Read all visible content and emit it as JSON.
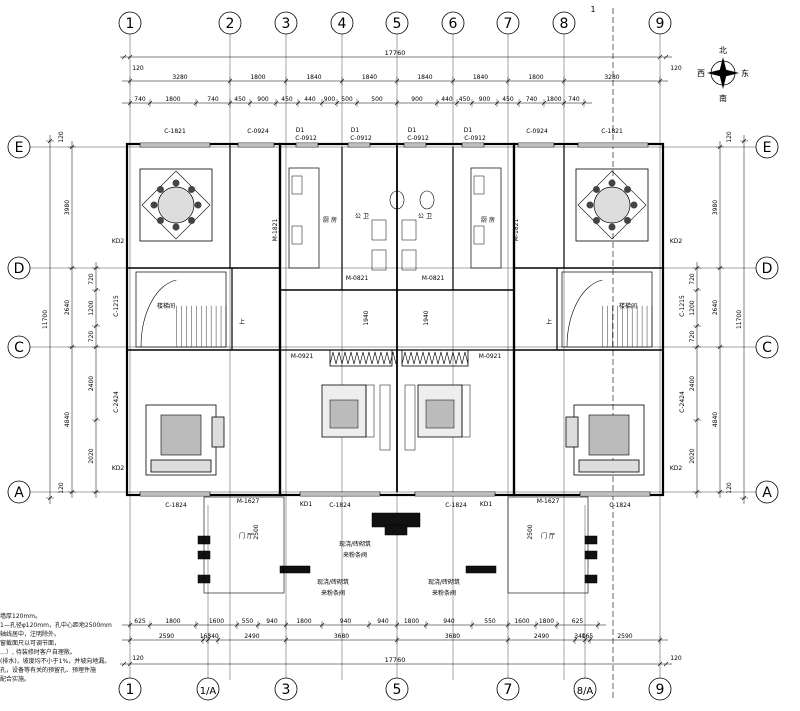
{
  "axes_top": [
    "1",
    "2",
    "3",
    "4",
    "5",
    "6",
    "7",
    "8",
    "9"
  ],
  "axes_bottom": [
    "1",
    "1/A",
    "3",
    "5",
    "7",
    "8/A",
    "9"
  ],
  "axes_rows": [
    "E",
    "D",
    "C",
    "A"
  ],
  "section_mark": "1",
  "compass": {
    "north": "北",
    "south": "南",
    "east": "东",
    "west": "西"
  },
  "dims": {
    "total": "17760",
    "offset": "120",
    "top_row1": [
      "3280",
      "1800",
      "1840",
      "1840",
      "1840",
      "1840",
      "1800",
      "3280"
    ],
    "top_row2": [
      "740",
      "1800",
      "740",
      "450",
      "900",
      "450",
      "440",
      "900",
      "500",
      "500",
      "900",
      "440",
      "450",
      "900",
      "450",
      "740",
      "1800",
      "740"
    ],
    "bottom_row1": [
      "625",
      "1800",
      "1600",
      "550",
      "940",
      "1800",
      "940",
      "940",
      "1800",
      "940",
      "550",
      "1600",
      "1800",
      "625"
    ],
    "bottom_row2": [
      "2590",
      "165",
      "340",
      "2490",
      "3680",
      "3680",
      "2490",
      "340",
      "165",
      "2590"
    ],
    "left_total": "11700",
    "left_seg": [
      "3980",
      "2640",
      "4840"
    ],
    "left_sub": [
      "720",
      "1200",
      "720",
      "2400",
      "2020"
    ],
    "right_total": "11700",
    "right_seg": [
      "3980",
      "2640",
      "4840"
    ],
    "right_sub": [
      "720",
      "1200",
      "720",
      "2400",
      "2020"
    ]
  },
  "labels": {
    "win_c1821": "C-1821",
    "win_c0924": "C-0924",
    "win_c0912": "C-0912",
    "win_c1824": "C-1824",
    "win_c1215": "C-1215",
    "win_c2424": "C-2424",
    "door_m1821": "M-1821",
    "door_m0921": "M-0921",
    "door_m0821": "M-0821",
    "door_m1627": "M-1627",
    "kd2": "KD2",
    "kd1": "KD1",
    "d1": "D1",
    "kitchen": "厨 房",
    "wc": "公 卫",
    "stair_up": "上",
    "stair_down": "楼梯间",
    "entry": "门 厅",
    "dim_1940": "1940",
    "dim_2500": "2500",
    "column_note": "现浇/砖砌筑",
    "column_note2": "来粉条阀"
  },
  "notes": [
    "墙厚120mm。",
    "1—孔径φ120mm，孔中心距地2500mm",
    "",
    "轴线居中，注明除外。",
    "窗截面尺以可调节面，",
    "…）, 待装修时客户自理敞。",
    "(排水)，坡度均不小于1%，并坡向地漏。",
    "孔，设备等有关的预留孔、预埋件施",
    "配合实施。"
  ]
}
